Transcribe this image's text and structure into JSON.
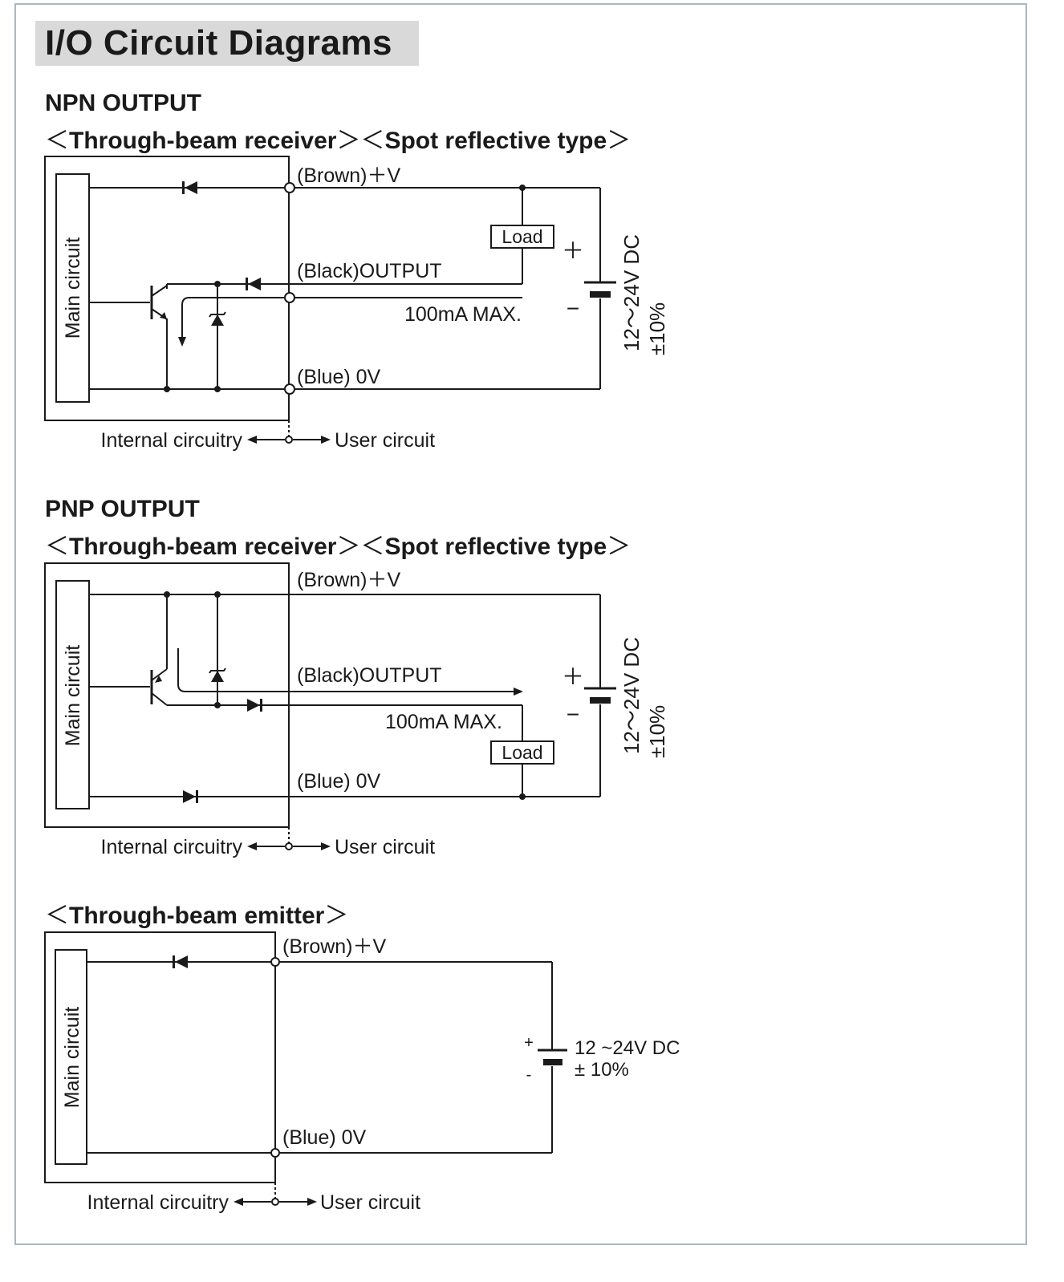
{
  "page": {
    "title": "I/O Circuit Diagrams"
  },
  "npn": {
    "heading": "NPN OUTPUT",
    "subtitle_left": "Through-beam receiver",
    "subtitle_right": "Spot reflective type",
    "main_circuit": "Main circuit",
    "brown": "(Brown)＋V",
    "black": "(Black)OUTPUT",
    "blue": "(Blue) 0V",
    "load": "Load",
    "plus": "＋",
    "minus": "−",
    "max_current": "100mA MAX.",
    "supply_line1": "12～24V DC",
    "supply_line2": "±10%",
    "internal": "Internal circuitry",
    "user": "User circuit"
  },
  "pnp": {
    "heading": "PNP OUTPUT",
    "subtitle_left": "Through-beam receiver",
    "subtitle_right": "Spot reflective type",
    "main_circuit": "Main circuit",
    "brown": "(Brown)＋V",
    "black": "(Black)OUTPUT",
    "blue": "(Blue) 0V",
    "load": "Load",
    "plus": "＋",
    "minus": "−",
    "max_current": "100mA MAX.",
    "supply_line1": "12～24V DC",
    "supply_line2": "±10%",
    "internal": "Internal circuitry",
    "user": "User circuit"
  },
  "emitter": {
    "subtitle": "Through-beam emitter",
    "main_circuit": "Main circuit",
    "brown": "(Brown)＋V",
    "blue": "(Blue) 0V",
    "plus": "+",
    "minus": "-",
    "supply_line1": "12 ~24V DC",
    "supply_line2": "± 10%",
    "internal": "Internal circuitry",
    "user": "User circuit"
  }
}
